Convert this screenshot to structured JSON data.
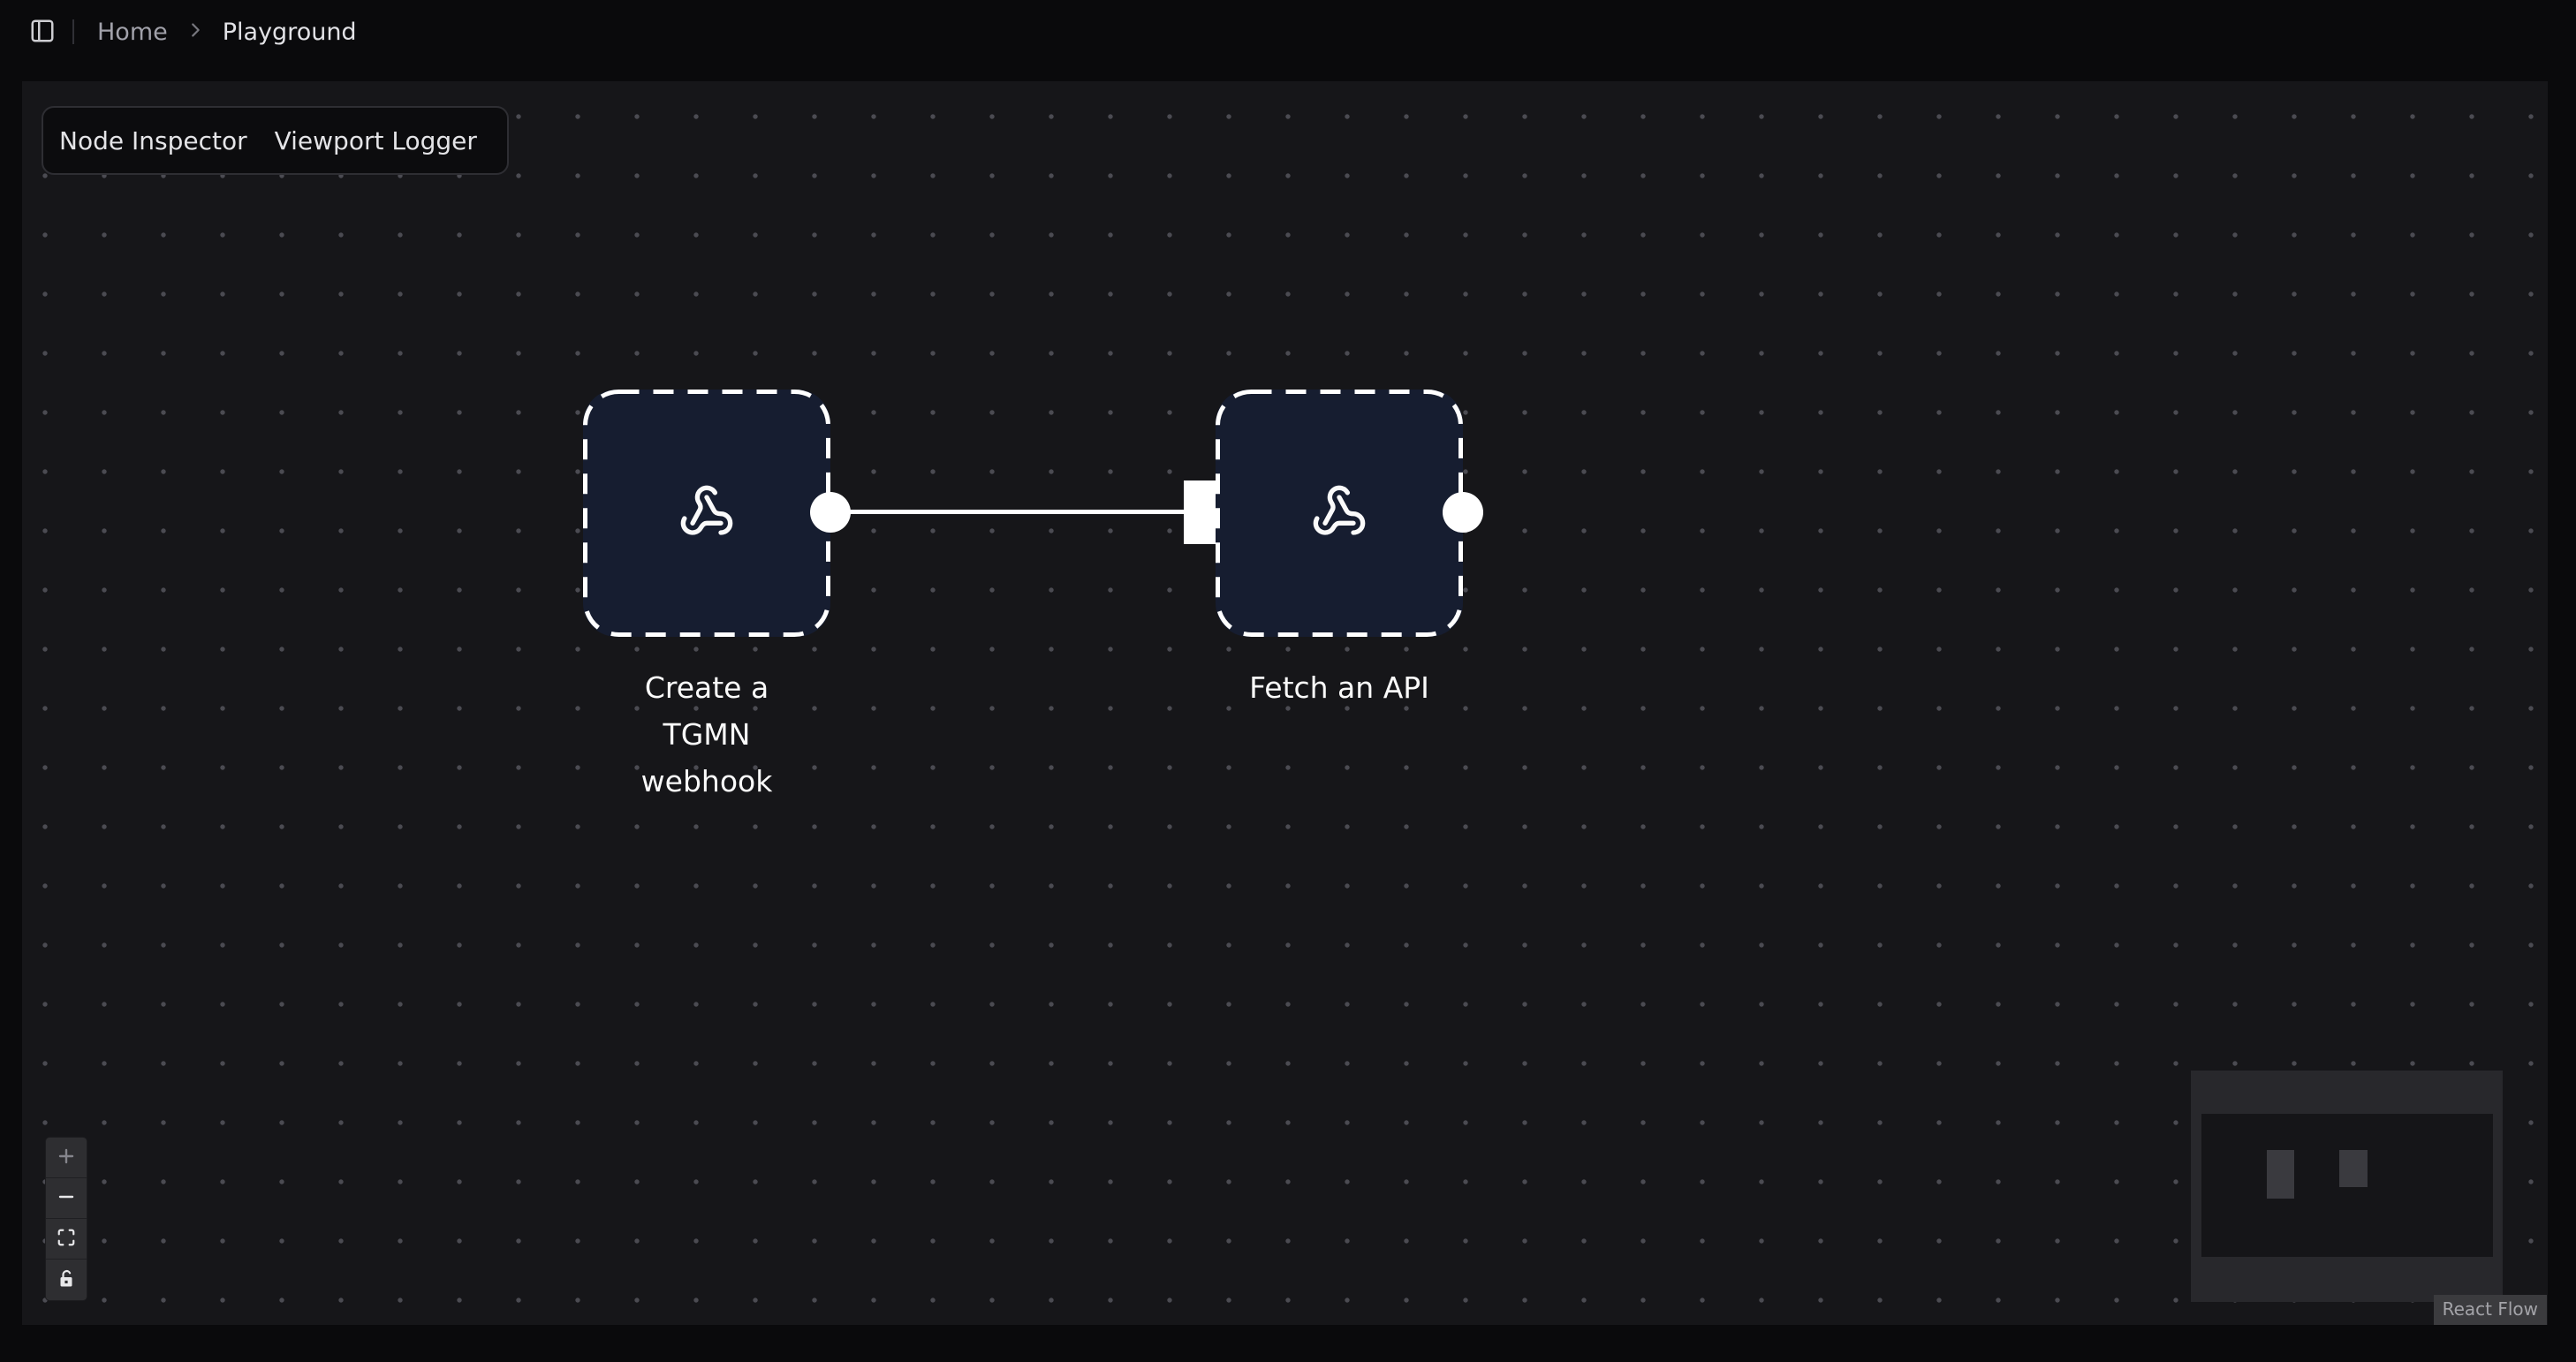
{
  "header": {
    "breadcrumb": {
      "items": [
        "Home",
        "Playground"
      ]
    }
  },
  "panel": {
    "tabs": [
      "Node Inspector",
      "Viewport Logger"
    ]
  },
  "flow": {
    "nodes": [
      {
        "id": "create-tgmn-webhook",
        "label": "Create a TGMN webhook",
        "icon": "webhook-icon",
        "handles": [
          "source"
        ]
      },
      {
        "id": "fetch-an-api",
        "label": "Fetch an API",
        "icon": "webhook-icon",
        "handles": [
          "target",
          "source"
        ]
      }
    ],
    "edges": [
      {
        "source": "create-tgmn-webhook",
        "target": "fetch-an-api",
        "type": "straight"
      }
    ]
  },
  "controls": {
    "items": [
      {
        "name": "zoom-in",
        "icon": "plus-icon",
        "disabled": true
      },
      {
        "name": "zoom-out",
        "icon": "minus-icon",
        "disabled": false
      },
      {
        "name": "fit-view",
        "icon": "maximize-icon",
        "disabled": false
      },
      {
        "name": "toggle-interactivity",
        "icon": "lock-open-icon",
        "disabled": false
      }
    ]
  },
  "minimap": {
    "node_count": 2
  },
  "attribution": {
    "label": "React Flow"
  },
  "colors": {
    "page_bg": "#0a0a0c",
    "canvas_bg": "#161619",
    "node_bg": "#161d30",
    "node_border": "#ffffff",
    "edge": "#ffffff",
    "handle": "#ffffff",
    "panel_border": "#2e2e33",
    "minimap_mask": "#28282c"
  }
}
